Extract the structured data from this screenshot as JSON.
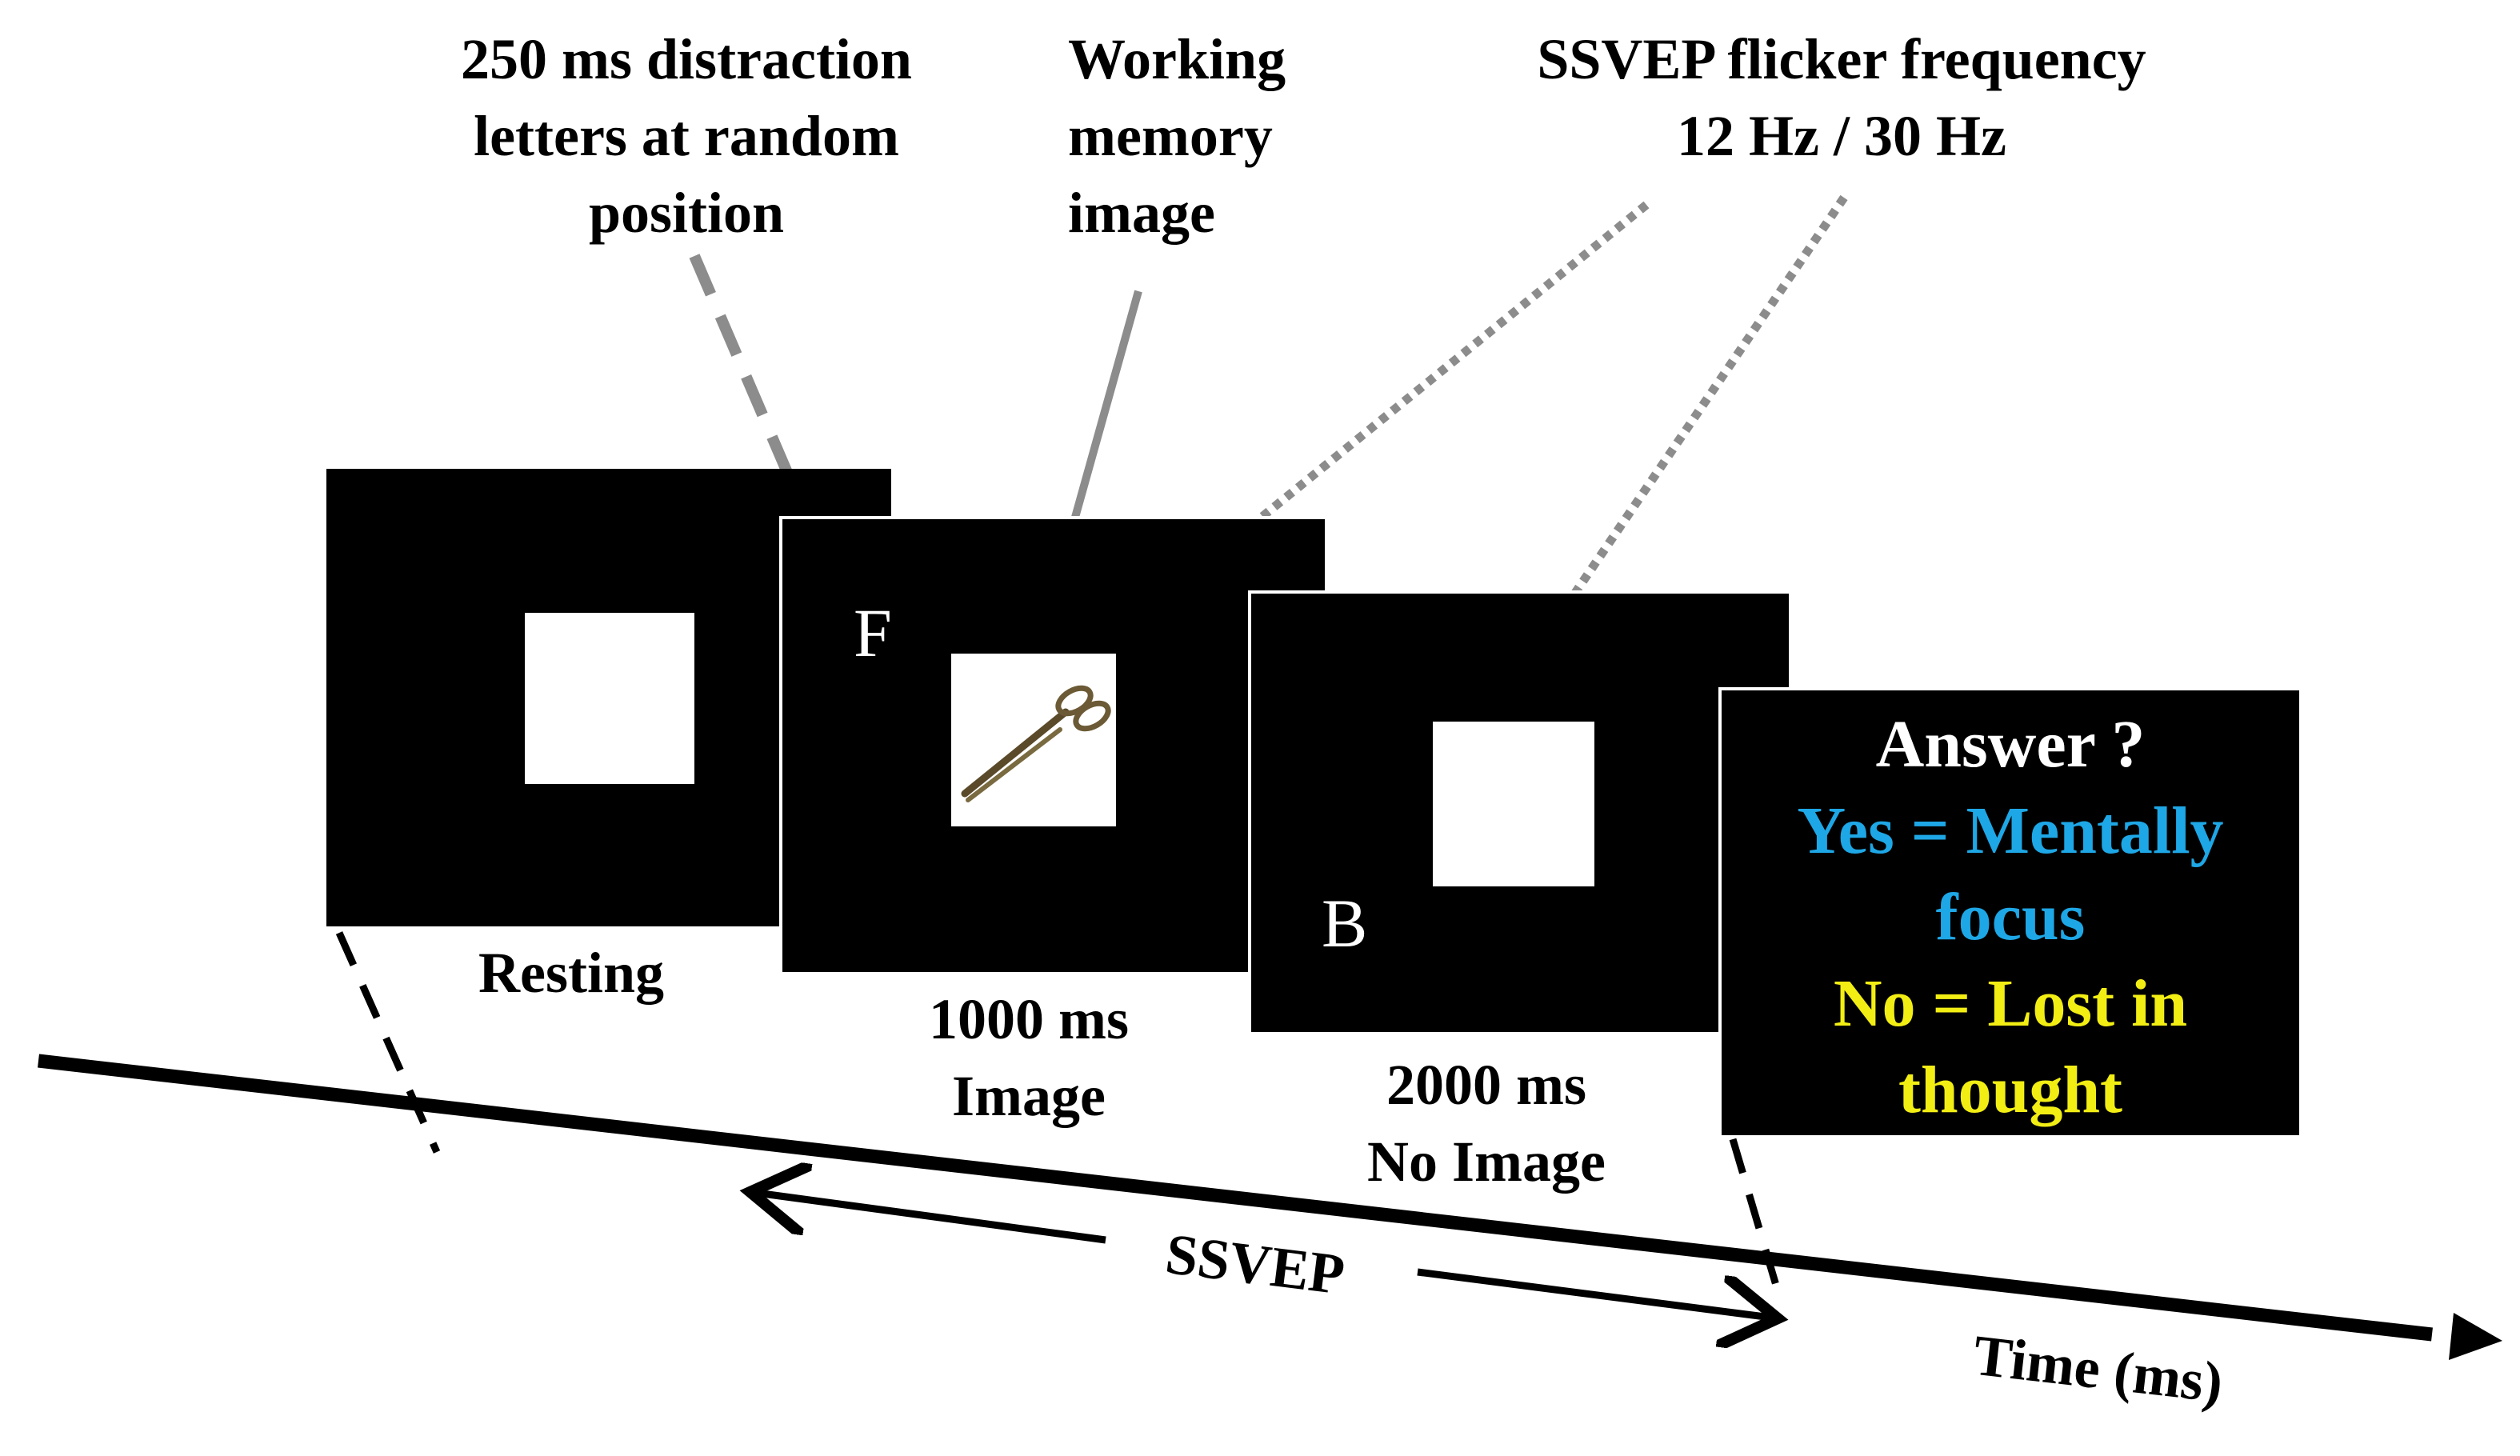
{
  "annotations": {
    "distraction": [
      "250 ms distraction",
      "letters at random",
      "position"
    ],
    "working_memory": [
      "Working",
      "memory",
      "image"
    ],
    "ssvep_flicker": [
      "SSVEP flicker frequency",
      "12 Hz / 30 Hz"
    ]
  },
  "screens": {
    "resting": {
      "label": "Resting"
    },
    "image": {
      "letter": "F",
      "label": [
        "1000 ms",
        "Image"
      ],
      "icon": "scissors-icon"
    },
    "no_image": {
      "letter": "B",
      "label": [
        "2000 ms",
        "No Image"
      ]
    },
    "answer": {
      "title": "Answer ?",
      "yes": [
        "Yes = Mentally",
        "focus"
      ],
      "no": [
        "No = Lost in",
        "thought"
      ]
    }
  },
  "timeline": {
    "ssvep_label": "SSVEP",
    "axis_label": "Time (ms)"
  },
  "colors": {
    "screen": "#000000",
    "stimulus_square": "#ffffff",
    "yes_text": "#1ea7e6",
    "no_text": "#f2ee14",
    "gray_arrow": "#8c8c8c"
  }
}
